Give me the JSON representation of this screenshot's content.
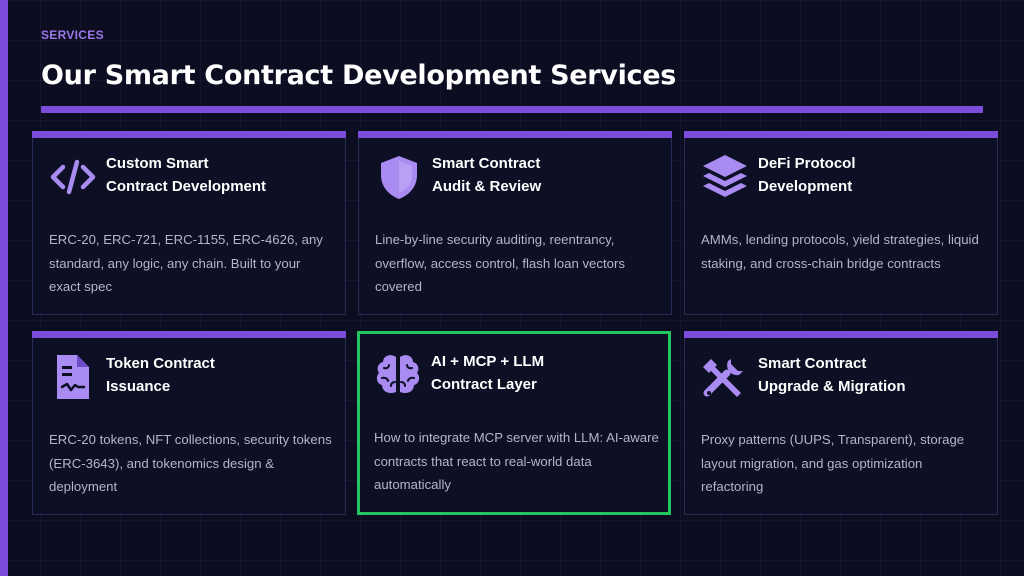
{
  "header": {
    "eyebrow": "SERVICES",
    "title": "Our Smart Contract Development Services"
  },
  "colors": {
    "accent": "#7c4ddb",
    "icon": "#a98bf2",
    "highlight_border": "#22c55e",
    "background": "#0c0d20"
  },
  "cards": [
    {
      "icon": "code-icon",
      "title_line1": "Custom Smart",
      "title_line2": "Contract Development",
      "description": "ERC-20, ERC-721, ERC-1155, ERC-4626, any standard, any logic, any chain. Built to your exact spec"
    },
    {
      "icon": "shield-icon",
      "title_line1": "Smart Contract",
      "title_line2": "Audit & Review",
      "description": "Line-by-line security auditing, reentrancy, overflow, access control, flash loan vectors covered"
    },
    {
      "icon": "layers-icon",
      "title_line1": "DeFi Protocol",
      "title_line2": "Development",
      "description": "AMMs, lending protocols, yield strategies, liquid staking, and cross-chain bridge contracts"
    },
    {
      "icon": "document-icon",
      "title_line1": "Token Contract",
      "title_line2": "Issuance",
      "description": "ERC-20 tokens, NFT collections, security tokens (ERC-3643), and tokenomics design & deployment"
    },
    {
      "icon": "brain-icon",
      "title_line1": "AI + MCP + LLM",
      "title_line2": "Contract Layer",
      "description": "How to integrate MCP server with LLM: AI-aware contracts that react to real-world data automatically",
      "highlighted": true
    },
    {
      "icon": "tools-icon",
      "title_line1": "Smart Contract",
      "title_line2": "Upgrade & Migration",
      "description": "Proxy patterns (UUPS, Transparent), storage layout migration, and gas optimization refactoring"
    }
  ]
}
